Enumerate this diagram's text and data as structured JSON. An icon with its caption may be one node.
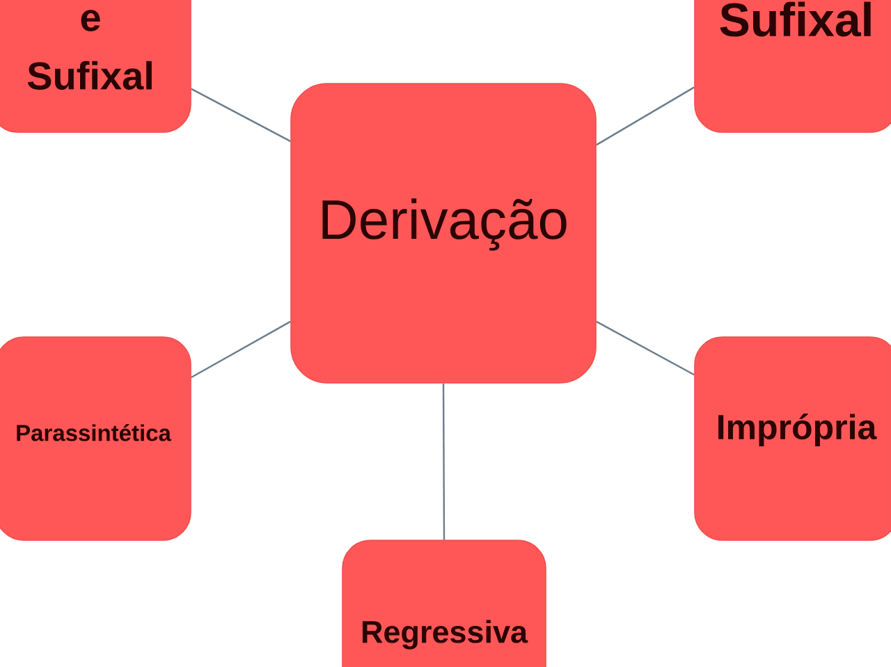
{
  "diagram": {
    "nodes": [
      {
        "text": [
          "e Sufixal"
        ]
      },
      {
        "text": [
          "Sufixal"
        ]
      },
      {
        "text": [
          "Derivação"
        ]
      },
      {
        "text": [
          "Parassintética"
        ]
      },
      {
        "text": [
          "Imprópria"
        ]
      },
      {
        "text": [
          "Regressiva"
        ]
      }
    ],
    "edges": [
      {
        "from": 2,
        "to": 0,
        "arrow": "none"
      },
      {
        "from": 2,
        "to": 1,
        "arrow": "none"
      },
      {
        "from": 2,
        "to": 3,
        "arrow": "none"
      },
      {
        "from": 2,
        "to": 4,
        "arrow": "none"
      },
      {
        "from": 2,
        "to": 5,
        "arrow": "none"
      }
    ]
  }
}
